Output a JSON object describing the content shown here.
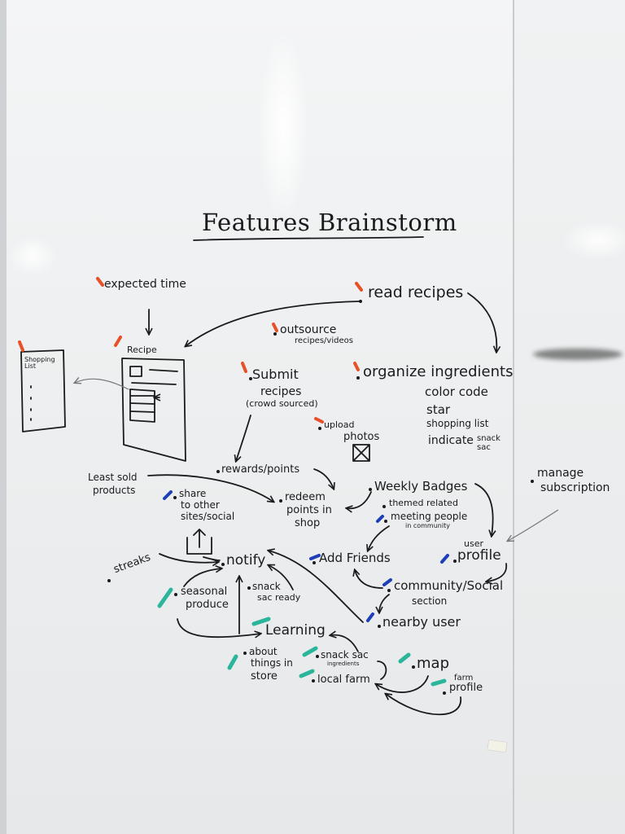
{
  "title": "Features Brainstorm",
  "colors": {
    "ink": "#1b1b1e",
    "orange": "#e8502a",
    "blue": "#1f3fb8",
    "teal": "#2bb59a"
  },
  "notes": {
    "expected_time": "expected time",
    "read_recipes": "read recipes",
    "outsource": "outsource",
    "outsource_sub": "recipes/videos",
    "recipe": "Recipe",
    "shopping_list": "Shopping List",
    "submit": "Submit",
    "recipes": "recipes",
    "crowd_sourced": "(crowd sourced)",
    "organize_ingredients": "organize ingredients",
    "color_code": "color code",
    "star": "star",
    "shopping_list_item": "shopping list",
    "indicate": "indicate",
    "snack_sac": "snack sac",
    "upload": "upload",
    "photos": "photos",
    "rewards_points": "rewards/points",
    "least_sold_1": "Least sold",
    "least_sold_2": "products",
    "share_1": "share",
    "share_2": "to other",
    "share_3": "sites/social",
    "redeem_1": "redeem",
    "redeem_2": "points in",
    "redeem_3": "shop",
    "weekly_badges": "Weekly Badges",
    "themed_related": "themed related",
    "meeting_people": "meeting people",
    "in_community": "in community",
    "manage_1": "manage",
    "manage_2": "subscription",
    "user_small": "user",
    "profile": "profile",
    "streaks": "streaks",
    "notify": "notify",
    "add_friends": "Add Friends",
    "seasonal_1": "seasonal",
    "seasonal_2": "produce",
    "snack_ready_1": "snack",
    "snack_ready_2": "sac ready",
    "community_1": "community/Social",
    "community_2": "section",
    "nearby_user": "nearby user",
    "learning": "Learning",
    "about_1": "about",
    "about_2": "things in",
    "about_3": "store",
    "snack_ingredients_1": "snack sac",
    "snack_ingredients_2": "ingredients",
    "local_farm": "local farm",
    "map": "map",
    "farm_small": "farm",
    "farm_profile": "profile"
  }
}
